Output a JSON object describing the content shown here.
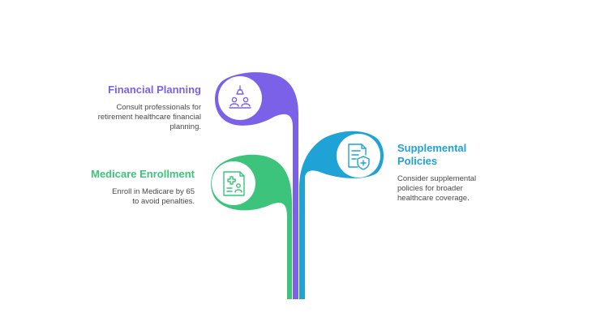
{
  "colors": {
    "financial": "#7b61e8",
    "medicare": "#3cc47c",
    "supplemental": "#1fa2d6",
    "text_body": "#4a4a4a"
  },
  "branches": [
    {
      "key": "financial",
      "title": "Financial Planning",
      "description": "Consult professionals for retirement healthcare financial planning.",
      "icon": "consultation-icon"
    },
    {
      "key": "medicare",
      "title": "Medicare Enrollment",
      "description": "Enroll in Medicare by 65 to avoid penalties.",
      "icon": "medical-record-icon"
    },
    {
      "key": "supplemental",
      "title": "Supplemental Policies",
      "description": "Consider supplemental policies for broader healthcare coverage.",
      "icon": "policy-shield-icon"
    }
  ]
}
